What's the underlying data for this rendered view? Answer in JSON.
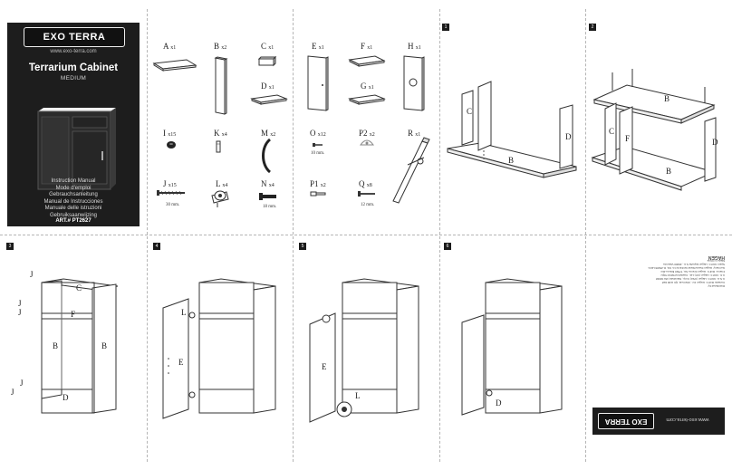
{
  "cover": {
    "logo": "EXO TERRA",
    "url": "www.exo-terra.com",
    "title": "Terrarium Cabinet",
    "subtitle": "MEDIUM",
    "manuals": [
      "Instruction Manual",
      "Mode d'emploi",
      "Gebrauchsanleitung",
      "Manual de Instrucciones",
      "Manuale delle istruzioni",
      "Gebruiksaanwijzing"
    ],
    "art_number": "ART.# PT2627"
  },
  "parts": [
    {
      "id": "A",
      "qty": "x1"
    },
    {
      "id": "B",
      "qty": "x2"
    },
    {
      "id": "C",
      "qty": "x1"
    },
    {
      "id": "D",
      "qty": "x1"
    },
    {
      "id": "E",
      "qty": "x1"
    },
    {
      "id": "F",
      "qty": "x1"
    },
    {
      "id": "G",
      "qty": "x1"
    },
    {
      "id": "H",
      "qty": "x1"
    },
    {
      "id": "I",
      "qty": "x15"
    },
    {
      "id": "K",
      "qty": "x4"
    },
    {
      "id": "M",
      "qty": "x2"
    },
    {
      "id": "O",
      "qty": "x12"
    },
    {
      "id": "P2",
      "qty": "x2"
    },
    {
      "id": "R",
      "qty": "x1"
    },
    {
      "id": "J",
      "qty": "x15"
    },
    {
      "id": "L",
      "qty": "x4"
    },
    {
      "id": "N",
      "qty": "x4"
    },
    {
      "id": "P1",
      "qty": "x2"
    },
    {
      "id": "Q",
      "qty": "x8"
    }
  ],
  "sizes": {
    "O": "10 mm.",
    "J": "30 mm.",
    "N": "18 mm.",
    "Q": "12 mm."
  },
  "steps": [
    "1",
    "2",
    "3",
    "4",
    "5",
    "6"
  ],
  "labels": {
    "s1": [
      "C",
      "B",
      "D"
    ],
    "s2": [
      "B",
      "C",
      "F",
      "D",
      "B"
    ],
    "s3": [
      "J",
      "C",
      "J",
      "J",
      "F",
      "B",
      "B",
      "J",
      "J",
      "D"
    ],
    "s4": [
      "L",
      "E"
    ],
    "s5": [
      "E",
      "L"
    ],
    "s6": [
      "D"
    ]
  },
  "back": {
    "logo": "EXO TERRA",
    "url": "www.exo-terra.com",
    "distributor": [
      "Distributed by:",
      "Canada: Rolf C. Hagen Inc., Montreal, QC H4R 1E8",
      "U.S.A.: Rolf C. Hagen (USA) Corp., Mansfield, MA 02048",
      "U.K.: Rolf C. Hagen (UK) Ltd., Castleford WF10 5QH",
      "France: Rolf C. Hagen France SA, 77590 Bois-le-Roi",
      "Germany: Hagen Deutschland GmbH & Co. KG, D-25488 Holm",
      "Spain: Rolf C. Hagen España S.A., 46900 Valencia",
      "Made in China"
    ],
    "hagen": "HAGEN"
  }
}
